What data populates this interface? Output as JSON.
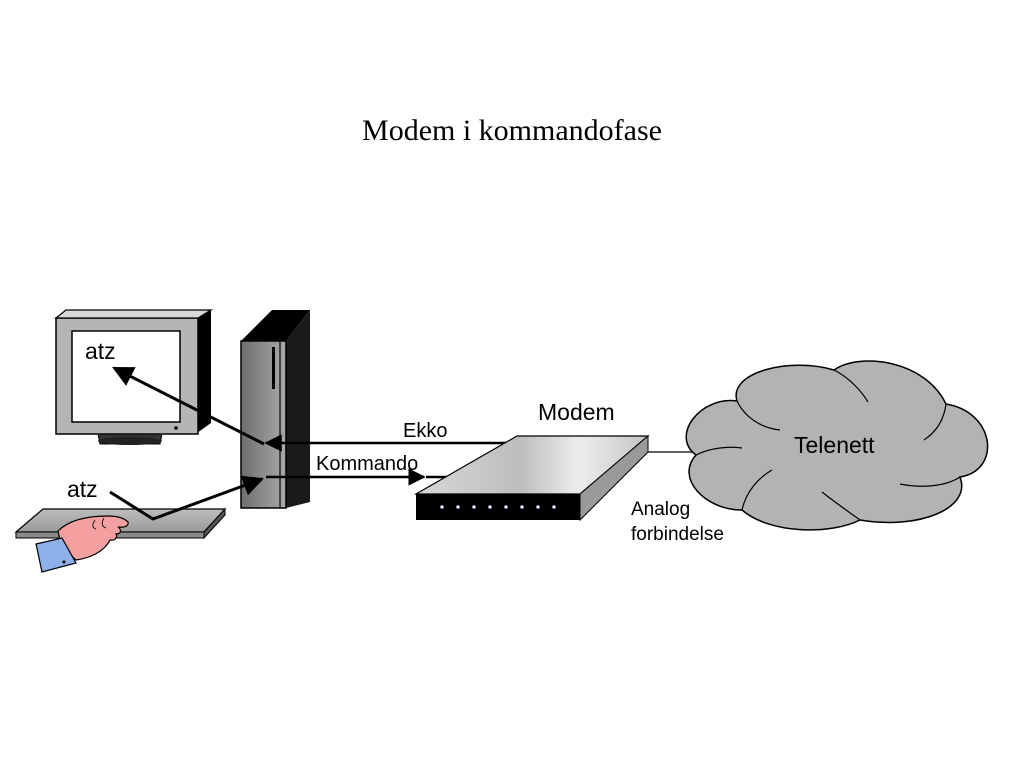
{
  "title": "Modem i kommandofase",
  "labels": {
    "screen_text": "atz",
    "keyboard_text": "atz",
    "echo": "Ekko",
    "command": "Kommando",
    "modem": "Modem",
    "network": "Telenett",
    "analog_line1": "Analog",
    "analog_line2": "forbindelse"
  }
}
